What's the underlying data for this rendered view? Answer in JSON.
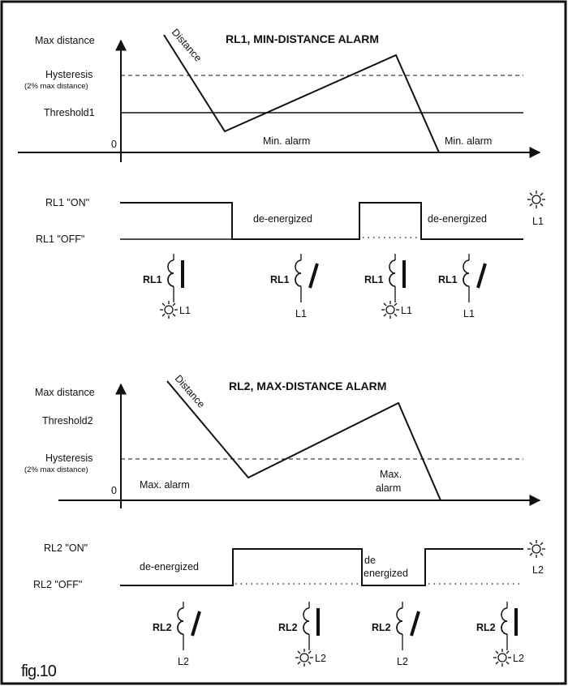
{
  "figure_caption": "fig.10",
  "rl1": {
    "title": "RL1, MIN-DISTANCE ALARM",
    "y_max": "Max distance",
    "hysteresis": "Hysteresis",
    "hysteresis_note": "(2% max distance)",
    "threshold": "Threshold1",
    "zero": "0",
    "distance": "Distance",
    "alarm_1": "Min. alarm",
    "alarm_2": "Min. alarm",
    "state_on": "RL1 \"ON\"",
    "state_off": "RL1 \"OFF\"",
    "deenergized_1": "de-energized",
    "deenergized_2": "de-energized",
    "lamp_right": "L1",
    "relays": [
      {
        "name": "RL1",
        "state": "closed",
        "lamp": "L1",
        "lit": true
      },
      {
        "name": "RL1",
        "state": "open",
        "lamp": "L1",
        "lit": false
      },
      {
        "name": "RL1",
        "state": "closed",
        "lamp": "L1",
        "lit": true
      },
      {
        "name": "RL1",
        "state": "open",
        "lamp": "L1",
        "lit": false
      }
    ]
  },
  "rl2": {
    "title": "RL2, MAX-DISTANCE ALARM",
    "y_max": "Max distance",
    "threshold": "Threshold2",
    "hysteresis": "Hysteresis",
    "hysteresis_note": "(2% max distance)",
    "zero": "0",
    "distance": "Distance",
    "alarm_1": "Max. alarm",
    "alarm_2a": "Max.",
    "alarm_2b": "alarm",
    "state_on": "RL2 \"ON\"",
    "state_off": "RL2 \"OFF\"",
    "deenergized_1": "de-energized",
    "deenergized_2a": "de",
    "deenergized_2b": "energized",
    "lamp_right": "L2",
    "relays": [
      {
        "name": "RL2",
        "state": "open",
        "lamp": "L2",
        "lit": false
      },
      {
        "name": "RL2",
        "state": "closed",
        "lamp": "L2",
        "lit": true
      },
      {
        "name": "RL2",
        "state": "open",
        "lamp": "L2",
        "lit": false
      },
      {
        "name": "RL2",
        "state": "closed",
        "lamp": "L2",
        "lit": true
      }
    ]
  }
}
